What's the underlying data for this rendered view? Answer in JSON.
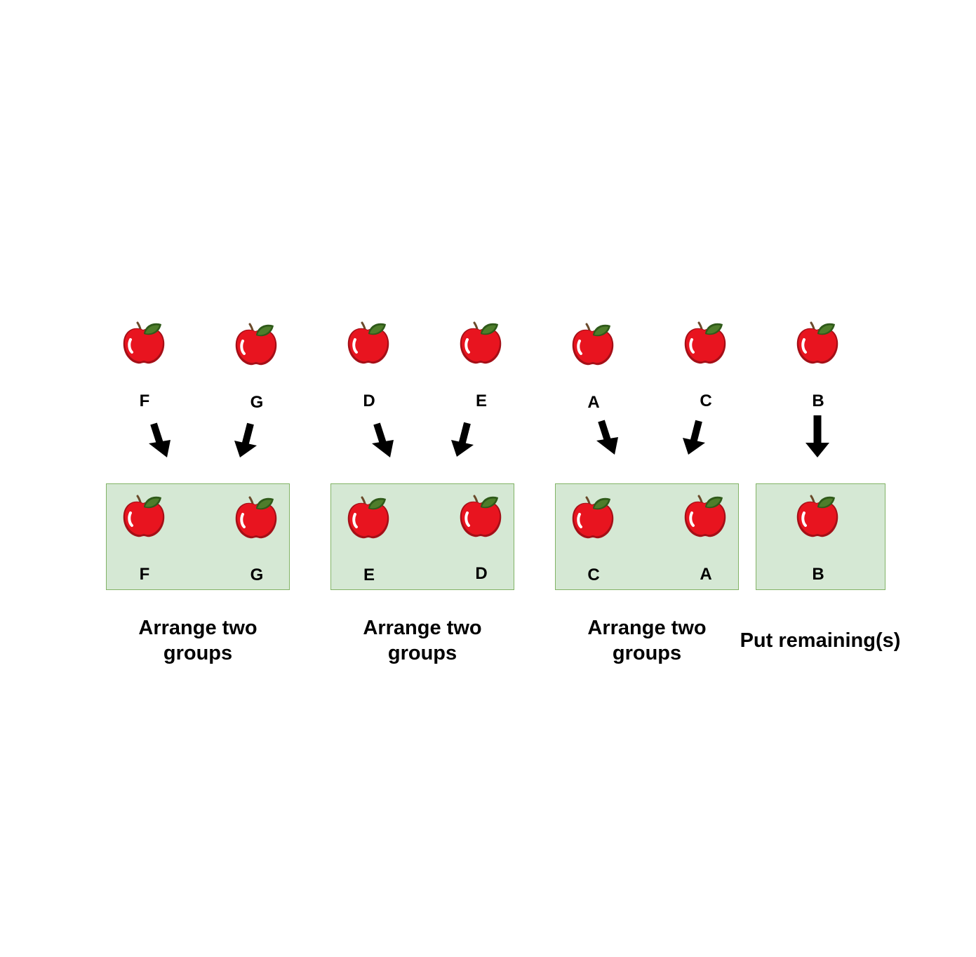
{
  "icon": "apple-icon",
  "colors": {
    "group_fill": "#d5e8d4",
    "group_border": "#82b366",
    "apple_red": "#e8141f",
    "leaf_green": "#4e7d2b",
    "text": "#000000"
  },
  "top_row": {
    "apples": [
      {
        "label": "F"
      },
      {
        "label": "G"
      },
      {
        "label": "D"
      },
      {
        "label": "E"
      },
      {
        "label": "A"
      },
      {
        "label": "C"
      },
      {
        "label": "B"
      }
    ]
  },
  "groups": [
    {
      "apples": [
        {
          "label": "F"
        },
        {
          "label": "G"
        }
      ],
      "caption_line1": "Arrange two",
      "caption_line2": "groups"
    },
    {
      "apples": [
        {
          "label": "E"
        },
        {
          "label": "D"
        }
      ],
      "caption_line1": "Arrange two",
      "caption_line2": "groups"
    },
    {
      "apples": [
        {
          "label": "C"
        },
        {
          "label": "A"
        }
      ],
      "caption_line1": "Arrange two",
      "caption_line2": "groups"
    },
    {
      "apples": [
        {
          "label": "B"
        }
      ],
      "caption_line1": "Put remaining(s)",
      "caption_line2": ""
    }
  ]
}
